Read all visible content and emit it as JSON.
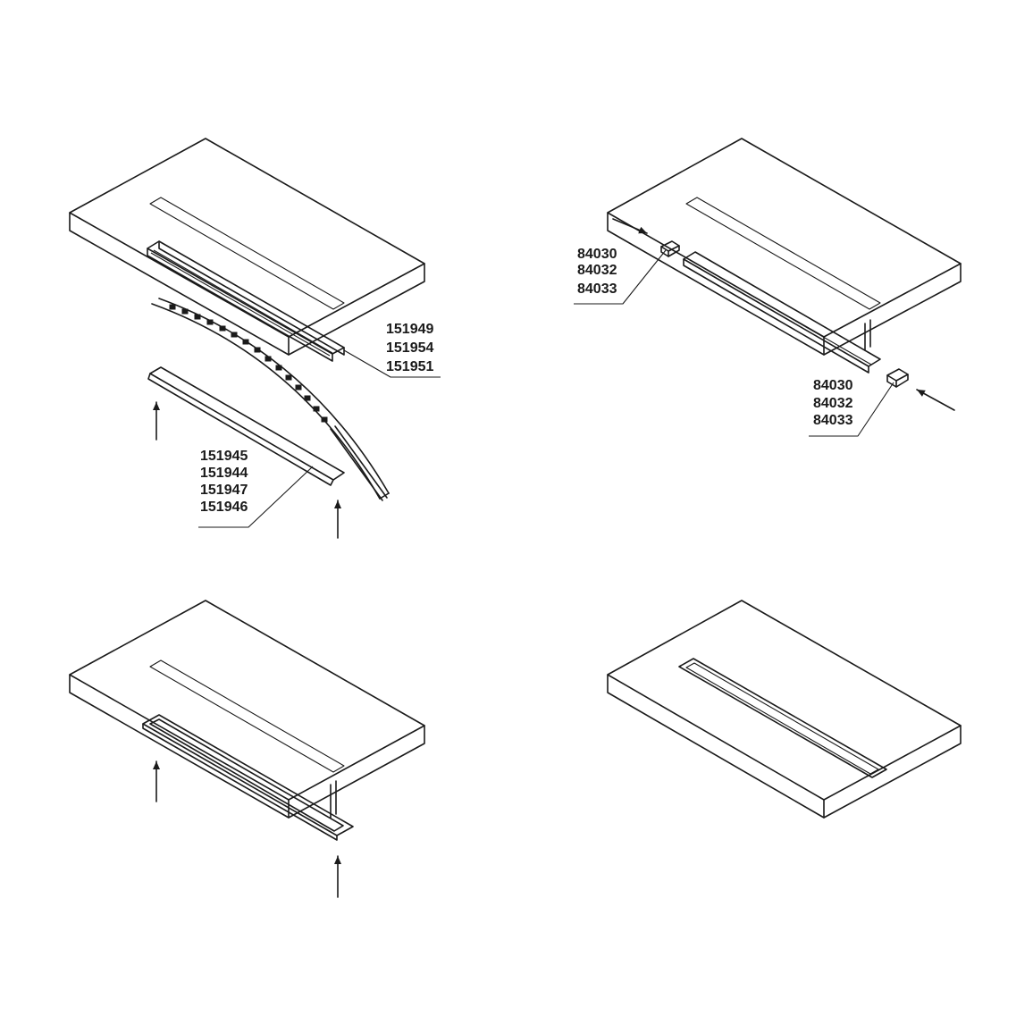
{
  "diagram": {
    "panel_1": {
      "profile_codes": [
        "151949",
        "151954",
        "151951"
      ],
      "cover_codes": [
        "151945",
        "151944",
        "151947",
        "151946"
      ]
    },
    "panel_2": {
      "end_cap_codes_left": [
        "84030",
        "84032",
        "84033"
      ],
      "end_cap_codes_right": [
        "84030",
        "84032",
        "84033"
      ]
    },
    "colors": {
      "line": "#1a1a1a",
      "background": "#ffffff"
    }
  }
}
